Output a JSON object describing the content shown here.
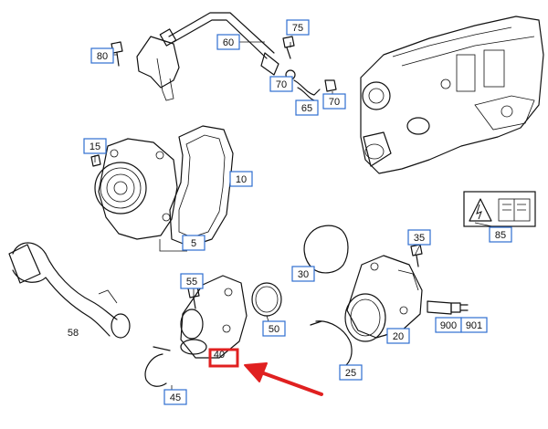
{
  "diagram": {
    "callouts": {
      "c10": "10",
      "c15": "15",
      "c20": "20",
      "c25": "25",
      "c30": "30",
      "c35": "35",
      "c40": "40",
      "c45": "45",
      "c50": "50",
      "c55": "55",
      "c58": "58",
      "c5": "5",
      "c60": "60",
      "c65": "65",
      "c70a": "70",
      "c70b": "70",
      "c75": "75",
      "c80": "80",
      "c85": "85",
      "c900": "900",
      "c901": "901"
    },
    "highlight_color": "#e02020",
    "callout_border_color": "#2f6fd0"
  }
}
